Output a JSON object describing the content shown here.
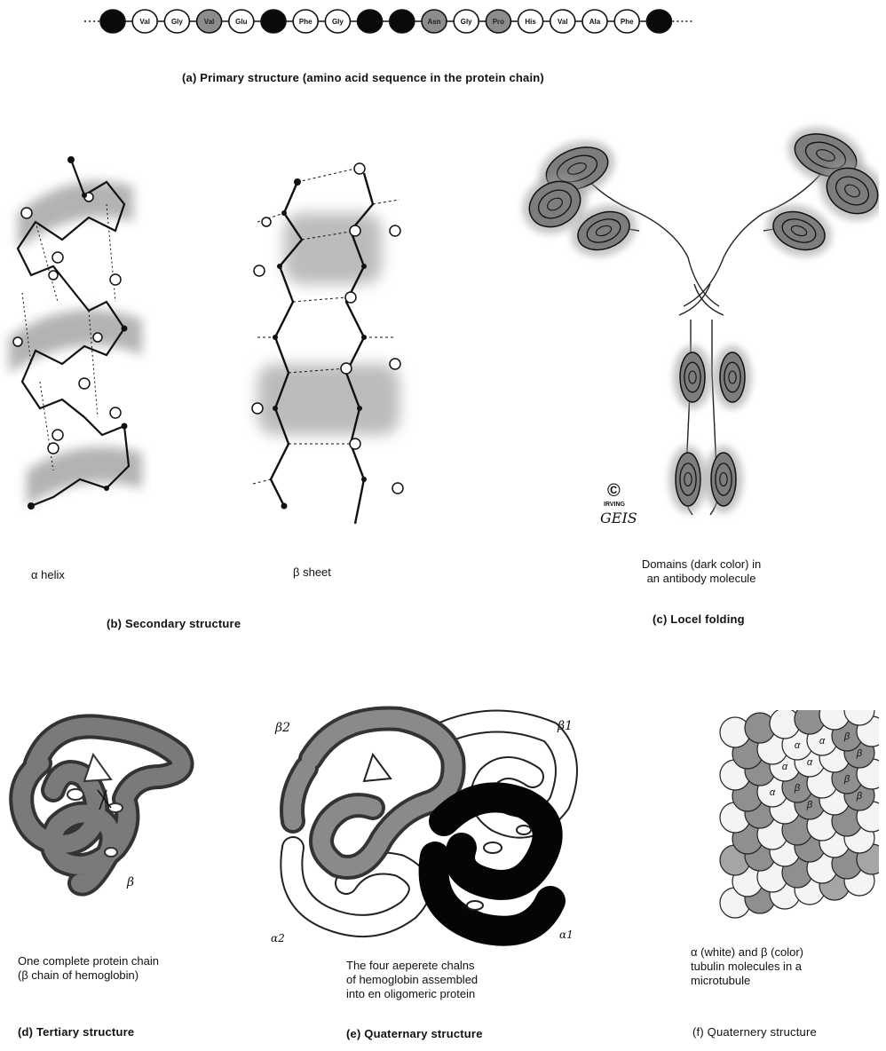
{
  "primary": {
    "residues": [
      "",
      "Val",
      "Gly",
      "Val",
      "Glu",
      "",
      "Phe",
      "Gly",
      "",
      "",
      "Asn",
      "Gly",
      "Pro",
      "His",
      "Val",
      "Ala",
      "Phe",
      ""
    ],
    "caption": "(a) Primary structure (amino acid sequence in the protein chain)"
  },
  "secondary": {
    "helix_label": "α helix",
    "sheet_label": "β sheet",
    "caption": "(b) Secondary structure"
  },
  "local_folding": {
    "desc_line1": "Domains (dark color) in",
    "desc_line2": "an antibody molecule",
    "caption": "(c) Locel folding",
    "copyright_symbol": "©",
    "artist_top": "IRVING",
    "artist_signature": "GEIS"
  },
  "tertiary": {
    "beta_label": "β",
    "desc_line1": "One complete protein chain",
    "desc_line2": "(β chain of hemoglobin)",
    "caption": "(d) Tertiary structure"
  },
  "quaternary_e": {
    "beta2": "β2",
    "beta1": "β1",
    "alpha2": "α2",
    "alpha1": "α1",
    "desc_line1": "The four aeperete chalns",
    "desc_line2": "of hemoglobin assembled",
    "desc_line3": "into en oligomeric protein",
    "caption": "(e) Quaternary structure"
  },
  "quaternary_f": {
    "alpha": "α",
    "beta": "β",
    "desc_line1": "α (white) and β (color)",
    "desc_line2": "tubulin molecules in a",
    "desc_line3": "microtubule",
    "caption": "(f) Quaternery structure"
  },
  "colors": {
    "dark": "#111111",
    "shade": "#8c8c8c",
    "light": "#d9d9d9"
  }
}
